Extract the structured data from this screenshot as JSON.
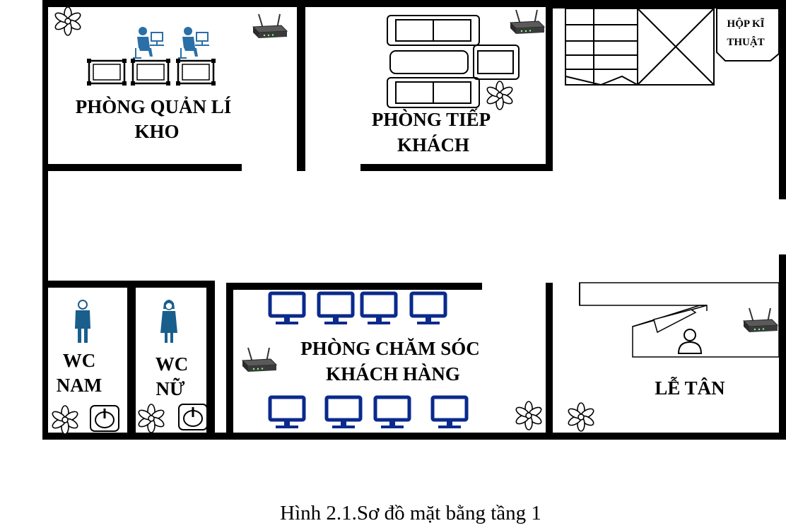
{
  "rooms": {
    "warehouse_mgmt": {
      "line1": "PHÒNG QUẢN LÍ",
      "line2": "KHO"
    },
    "reception_room": {
      "line1": "PHÒNG TIẾP",
      "line2": "KHÁCH"
    },
    "technical_box": {
      "line1": "HỘP KĨ",
      "line2": "THUẬT"
    },
    "wc_male": {
      "line1": "WC",
      "line2": "NAM"
    },
    "wc_female": {
      "line1": "WC",
      "line2": "NỮ"
    },
    "customer_care": {
      "line1": "PHÒNG CHĂM SÓC",
      "line2": "KHÁCH  HÀNG"
    },
    "front_desk": {
      "line1": "LỄ TÂN"
    }
  },
  "caption": "Hình 2.1.Sơ đồ mặt bằng tầng 1",
  "colors": {
    "wall": "#000000",
    "computer": "#0a2a8c",
    "person": "#1a5e8c",
    "worker": "#2a6fa8"
  },
  "icons": [
    "flower-icon",
    "router-icon",
    "computer-monitor-icon",
    "office-worker-icon",
    "man-icon",
    "woman-icon",
    "sink-icon",
    "sofa-icon",
    "receptionist-icon",
    "stairs-icon"
  ]
}
